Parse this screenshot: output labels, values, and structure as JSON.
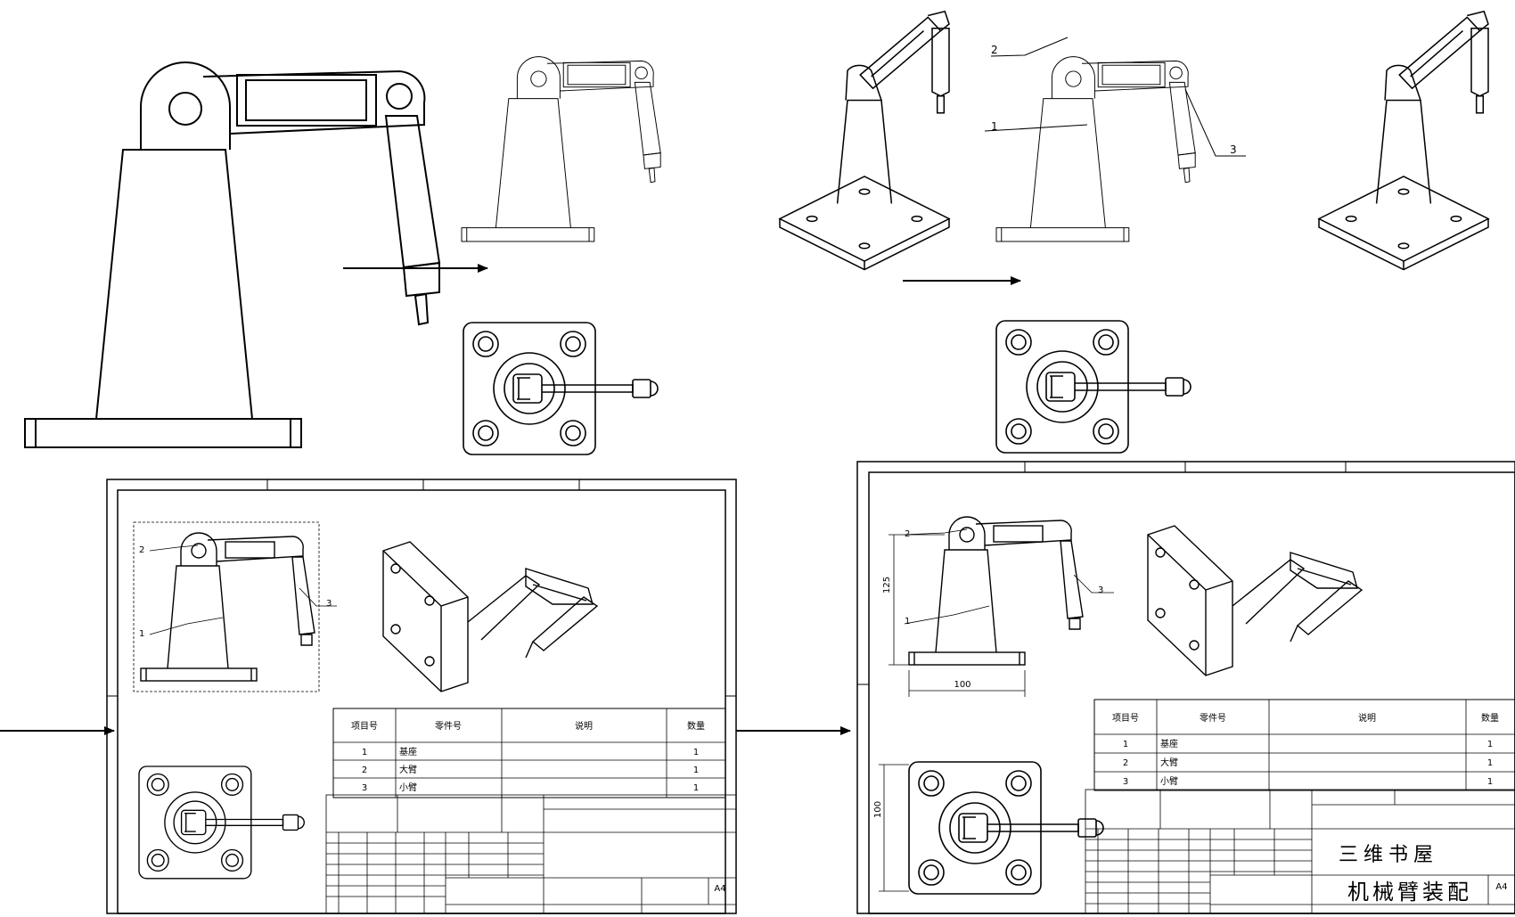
{
  "top_right_callouts": {
    "c1": "1",
    "c2": "2",
    "c3": "3"
  },
  "sheet1": {
    "callouts": {
      "c1": "1",
      "c2": "2",
      "c3": "3"
    },
    "bom": {
      "headers": [
        "项目号",
        "零件号",
        "说明",
        "数量"
      ],
      "rows": [
        {
          "item": "1",
          "part": "基座",
          "desc": "",
          "qty": "1"
        },
        {
          "item": "2",
          "part": "大臂",
          "desc": "",
          "qty": "1"
        },
        {
          "item": "3",
          "part": "小臂",
          "desc": "",
          "qty": "1"
        }
      ]
    },
    "size": "A4"
  },
  "sheet2": {
    "callouts": {
      "c1": "1",
      "c2": "2",
      "c3": "3"
    },
    "dims": {
      "height": "125",
      "width": "100",
      "side": "100"
    },
    "bom": {
      "headers": [
        "项目号",
        "零件号",
        "说明",
        "数量"
      ],
      "rows": [
        {
          "item": "1",
          "part": "基座",
          "desc": "",
          "qty": "1"
        },
        {
          "item": "2",
          "part": "大臂",
          "desc": "",
          "qty": "1"
        },
        {
          "item": "3",
          "part": "小臂",
          "desc": "",
          "qty": "1"
        }
      ]
    },
    "company": "三维书屋",
    "drawing_name": "机械臂装配",
    "size": "A4"
  }
}
